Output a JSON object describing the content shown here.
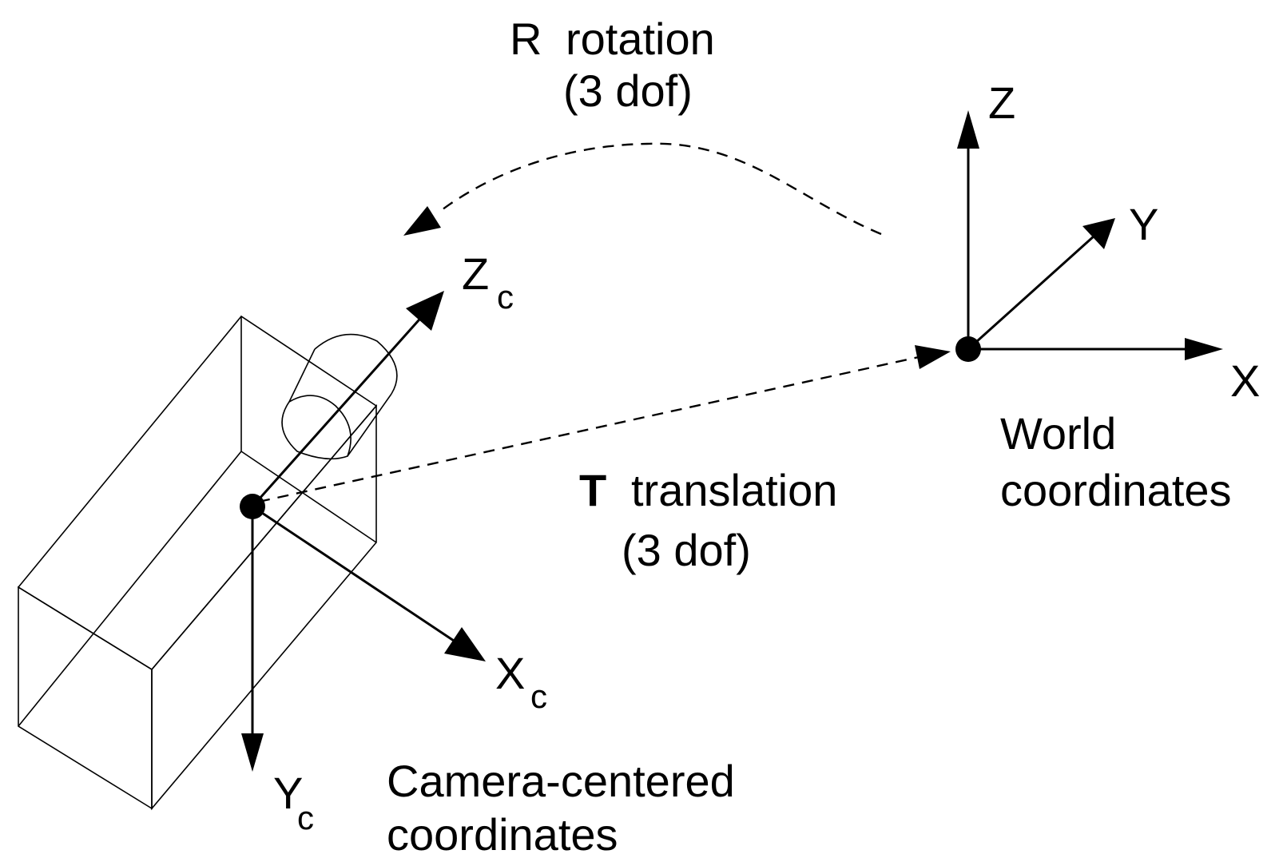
{
  "rotation": {
    "symbol": "R",
    "label": "rotation",
    "dof": "(3 dof)"
  },
  "translation": {
    "symbol": "T",
    "label": "translation",
    "dof": "(3 dof)"
  },
  "world": {
    "axes": {
      "x": "X",
      "y": "Y",
      "z": "Z"
    },
    "caption_line1": "World",
    "caption_line2": "coordinates"
  },
  "camera": {
    "axes": {
      "x": {
        "base": "X",
        "sub": "c"
      },
      "y": {
        "base": "Y",
        "sub": "c"
      },
      "z": {
        "base": "Z",
        "sub": "c"
      }
    },
    "caption_line1": "Camera-centered",
    "caption_line2": "coordinates"
  }
}
